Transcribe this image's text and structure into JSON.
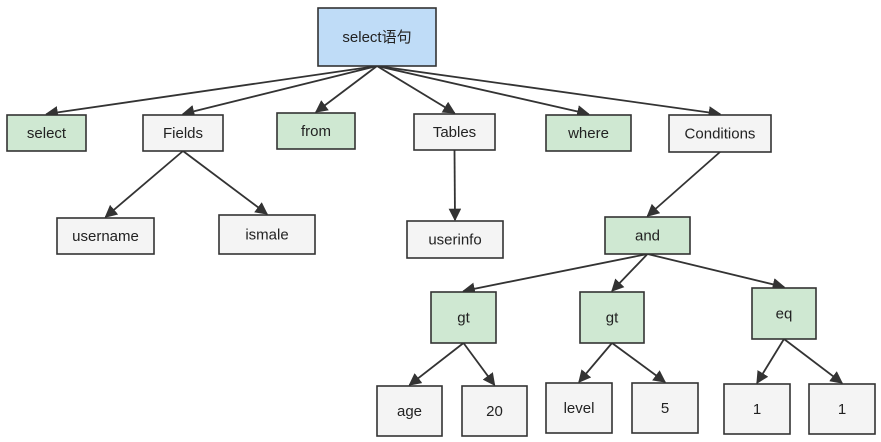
{
  "colors": {
    "root_fill": "#bfdcf7",
    "keyword_fill": "#cfe8d2",
    "plain_fill": "#f4f4f4",
    "stroke": "#333333"
  },
  "nodes": {
    "root": {
      "label": "select语句",
      "kind": "root"
    },
    "select": {
      "label": "select",
      "kind": "keyword"
    },
    "fields": {
      "label": "Fields",
      "kind": "plain"
    },
    "from": {
      "label": "from",
      "kind": "keyword"
    },
    "tables": {
      "label": "Tables",
      "kind": "plain"
    },
    "where": {
      "label": "where",
      "kind": "keyword"
    },
    "conditions": {
      "label": "Conditions",
      "kind": "plain"
    },
    "username": {
      "label": "username",
      "kind": "plain"
    },
    "ismale": {
      "label": "ismale",
      "kind": "plain"
    },
    "userinfo": {
      "label": "userinfo",
      "kind": "plain"
    },
    "and": {
      "label": "and",
      "kind": "keyword"
    },
    "gt1": {
      "label": "gt",
      "kind": "keyword"
    },
    "gt2": {
      "label": "gt",
      "kind": "keyword"
    },
    "eq": {
      "label": "eq",
      "kind": "keyword"
    },
    "age": {
      "label": "age",
      "kind": "plain"
    },
    "v20": {
      "label": "20",
      "kind": "plain"
    },
    "level": {
      "label": "level",
      "kind": "plain"
    },
    "v5": {
      "label": "5",
      "kind": "plain"
    },
    "one_a": {
      "label": "1",
      "kind": "plain"
    },
    "one_b": {
      "label": "1",
      "kind": "plain"
    }
  },
  "edges": [
    [
      "root",
      "select"
    ],
    [
      "root",
      "fields"
    ],
    [
      "root",
      "from"
    ],
    [
      "root",
      "tables"
    ],
    [
      "root",
      "where"
    ],
    [
      "root",
      "conditions"
    ],
    [
      "fields",
      "username"
    ],
    [
      "fields",
      "ismale"
    ],
    [
      "tables",
      "userinfo"
    ],
    [
      "conditions",
      "and"
    ],
    [
      "and",
      "gt1"
    ],
    [
      "and",
      "gt2"
    ],
    [
      "and",
      "eq"
    ],
    [
      "gt1",
      "age"
    ],
    [
      "gt1",
      "v20"
    ],
    [
      "gt2",
      "level"
    ],
    [
      "gt2",
      "v5"
    ],
    [
      "eq",
      "one_a"
    ],
    [
      "eq",
      "one_b"
    ]
  ]
}
